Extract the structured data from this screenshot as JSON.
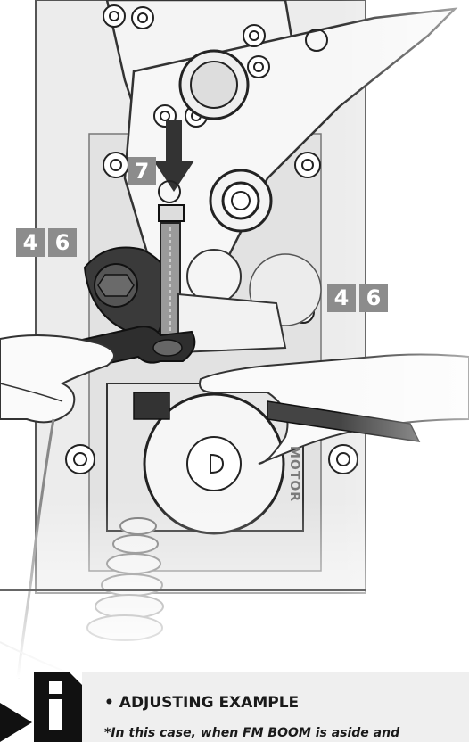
{
  "labels": {
    "step_7": "7",
    "left_badges": [
      "4",
      "6"
    ],
    "right_badges": [
      "4",
      "6"
    ],
    "motor": "MOTOR"
  },
  "info": {
    "icon": "info-icon",
    "title": "• ADJUSTING EXAMPLE",
    "text": "*In this case, when FM BOOM is aside and"
  },
  "colors": {
    "badge": "#8c8c8c",
    "info_icon": "#111111"
  }
}
